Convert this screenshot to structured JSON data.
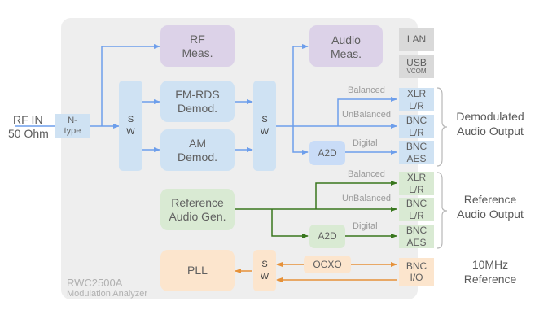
{
  "device": {
    "model": "RWC2500A",
    "subtitle": "Modulation Analyzer"
  },
  "input": {
    "label": "RF IN",
    "impedance": "50 Ohm",
    "connector": "N-\ntype"
  },
  "blocks": {
    "rf_meas": "RF\nMeas.",
    "fm_rds": "FM-RDS\nDemod.",
    "am": "AM\nDemod.",
    "audio_meas": "Audio\nMeas.",
    "sw": "S\nW",
    "a2d": "A2D",
    "ref_gen": "Reference\nAudio Gen.",
    "pll": "PLL",
    "ocxo": "OCXO"
  },
  "interfaces": {
    "lan": "LAN",
    "usb": "USB",
    "usb_sub": "VCOM"
  },
  "demod_outputs": [
    {
      "signal": "Balanced",
      "port": "XLR\nL/R"
    },
    {
      "signal": "UnBalanced",
      "port": "BNC\nL/R"
    },
    {
      "signal": "Digital",
      "port": "BNC\nAES"
    }
  ],
  "ref_outputs": [
    {
      "signal": "Balanced",
      "port": "XLR\nL/R"
    },
    {
      "signal": "UnBalanced",
      "port": "BNC\nL/R"
    },
    {
      "signal": "Digital",
      "port": "BNC\nAES"
    }
  ],
  "ref_clock": {
    "port": "BNC\nI/O",
    "label": "10MHz\nReference"
  },
  "groups": {
    "demod": "Demodulated\nAudio Output",
    "reference": "Reference\nAudio Output"
  },
  "colors": {
    "panel": "#eeeeee",
    "rf_path": "#6d9eeb",
    "ref_path": "#38761d",
    "clock_path": "#e69138",
    "measure_block": "#dcd2e8",
    "demod_block": "#cfe2f3",
    "ref_block": "#d9ead3",
    "clock_block": "#fce5cd",
    "interface_block": "#d9d9d9"
  }
}
